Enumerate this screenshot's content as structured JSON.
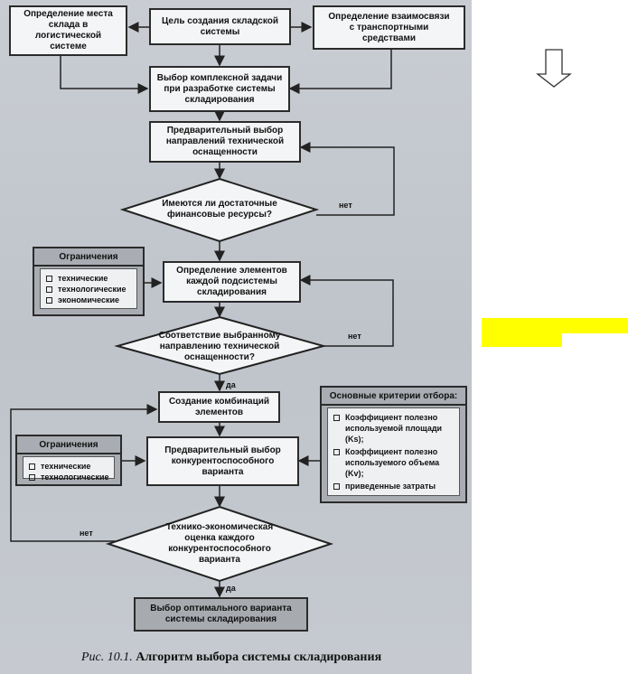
{
  "boxes": {
    "goal": "Цель создания складской\nсистемы",
    "location": "Определение места\nсклада в\nлогистической\nсистеме",
    "transport": "Определение взаимосвязи\nс транспортными\nсредствами",
    "complex": "Выбор комплексной задачи\nпри разработке системы\nскладирования",
    "prelim": "Предварительный выбор\nнаправлений технической\nоснащенности",
    "elements": "Определение элементов\nкаждой подсистемы\nскладирования",
    "combos": "Создание комбинаций\nэлементов",
    "prelim2": "Предварительный выбор\nконкурентоспособного\nварианта",
    "optimal": "Выбор оптимального  варианта\nсистемы складирования"
  },
  "decisions": {
    "finance": "Имеются ли достаточные\nфинансовые ресурсы?",
    "conform": "Соответствие выбранному\nнаправлению технической\nоснащенности?",
    "tech_econ": "Технико-экономическая\nоценка каждого\nконкурентоспособного\nварианта"
  },
  "labels": {
    "no": "нет",
    "yes": "да"
  },
  "panel1": {
    "title": "Ограничения",
    "items": [
      "технические",
      "технологические",
      "экономические"
    ]
  },
  "panel2": {
    "title": "Ограничения",
    "items": [
      "технические",
      "технологические"
    ]
  },
  "panel3": {
    "title": "Основные критерии отбора:",
    "items": [
      "Коэффициент полезно используемой площади (Ks);",
      "Коэффициент полезно используемого объема (Kv);",
      "приведенные затраты"
    ]
  },
  "caption": {
    "prefix": "Рис. 10.1.",
    "title": "Алгоритм выбора системы складирования"
  },
  "colors": {
    "highlight": "#ffff00"
  },
  "icons": [
    "down-arrow-icon"
  ]
}
